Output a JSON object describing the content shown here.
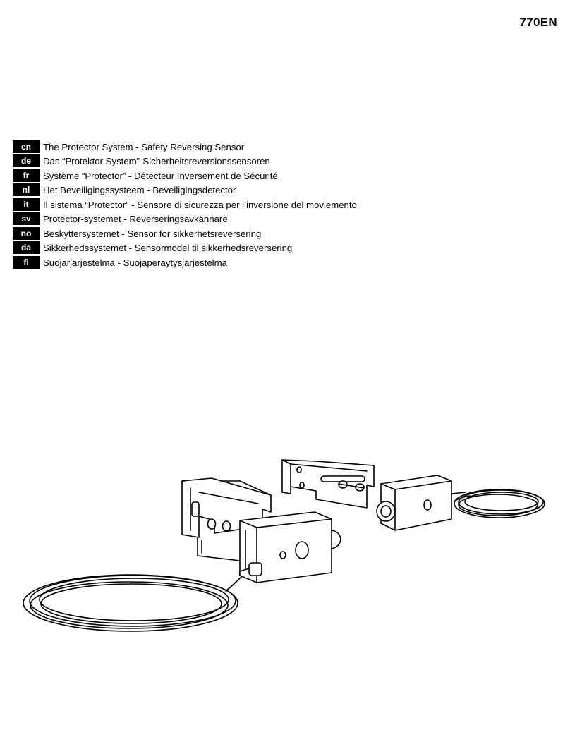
{
  "header": {
    "model_code": "770EN"
  },
  "languages": [
    {
      "code": "en",
      "title": "The Protector System - Safety Reversing Sensor"
    },
    {
      "code": "de",
      "title": "Das “Protektor System”-Sicherheitsreversionssensoren"
    },
    {
      "code": "fr",
      "title": "Système “Protector” - Détecteur Inversement de Sécurité"
    },
    {
      "code": "nl",
      "title": "Het Beveiligingssysteem - Beveiligingsdetector"
    },
    {
      "code": "it",
      "title": "Il sistema “Protector” - Sensore di sicurezza per l’inversione del moviemento"
    },
    {
      "code": "sv",
      "title": "Protector-systemet - Reverseringsavkännare"
    },
    {
      "code": "no",
      "title": "Beskyttersystemet - Sensor for sikkerhetsreversering"
    },
    {
      "code": "da",
      "title": "Sikkerhedssystemet - Sensormodel til sikkerhedsreversering"
    },
    {
      "code": "fi",
      "title": "Suojarjärjestelmä - Suojaperäytysjärjestelmä"
    }
  ],
  "colors": {
    "label_bg": "#000000",
    "label_text": "#ffffff",
    "text": "#000000",
    "page": "#ffffff"
  }
}
